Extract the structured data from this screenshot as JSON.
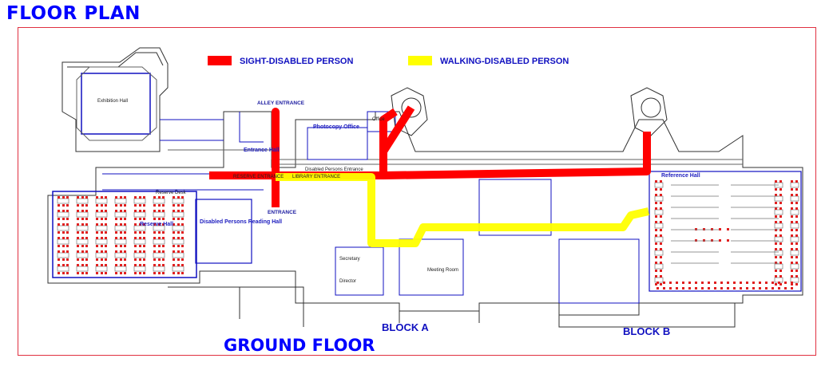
{
  "title": "FLOOR PLAN",
  "floor_label": "GROUND FLOOR",
  "blocks": {
    "a": "BLOCK A",
    "b": "BLOCK B"
  },
  "legend": [
    {
      "label": "SIGHT-DISABLED PERSON",
      "color": "#ff0000"
    },
    {
      "label": "WALKING-DISABLED PERSON",
      "color": "#ffff00"
    }
  ],
  "colors": {
    "title": "#0000ff",
    "frame": "#e03040",
    "wall_blue": "#1010c0",
    "wall_dark": "#303030",
    "furniture": "#e02020",
    "sight_route": "#ff0000",
    "walking_route": "#ffff00"
  },
  "labels": {
    "alley_entrance": "ALLEY ENTRANCE",
    "entrance": "ENTRANCE",
    "exhibition_hall": "Exhibition Hall",
    "photocopy_office": "Photocopy Office",
    "office": "Office",
    "entrance_hall": "Entrance Hall",
    "disabled_persons_entrance": "Disabled Persons Entrance",
    "reserve_entrance": "RESERVE ENTRANCE",
    "library_entrance": "LIBRARY ENTRANCE",
    "reserve_desk": "Reserve Desk",
    "reserve_hall": "Reserve Hall",
    "disabled_persons_reading_hall": "Disabled Persons Reading Hall",
    "reference_hall": "Reference Hall",
    "meeting_room": "Meeting Room",
    "secretary": "Secretary",
    "director": "Director"
  }
}
